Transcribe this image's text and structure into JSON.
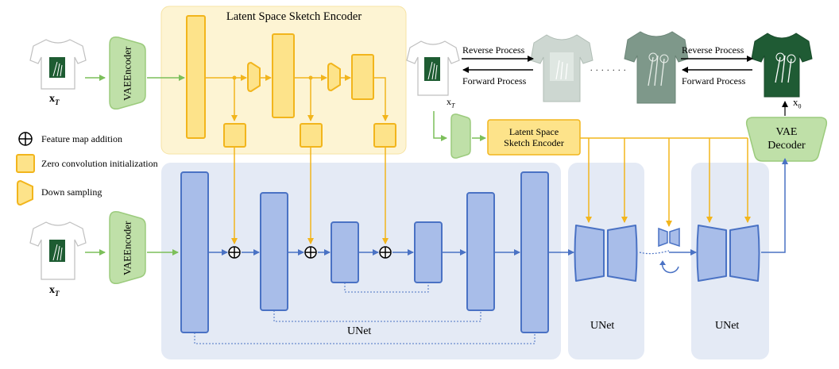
{
  "sketch_encoder": {
    "title": "Latent Space Sketch Encoder"
  },
  "small_encoder": {
    "line1": "Latent Space",
    "line2": "Sketch Encoder"
  },
  "vae_encoder": {
    "line1": "VAE",
    "line2": "Encoder"
  },
  "vae_decoder": {
    "line1": "VAE",
    "line2": "Decoder"
  },
  "legend": {
    "feature_add": "Feature map addition",
    "zero_conv": "Zero convolution initialization",
    "down_sampling": "Down sampling"
  },
  "labels": {
    "x_t_main": "x",
    "x_t_sub": "T",
    "x_0_main": "x",
    "x_0_sub": "0",
    "reverse_1": "Reverse Process",
    "forward_1": "Forward Process",
    "reverse_2": "Reverse Process",
    "forward_2": "Forward Process",
    "ellipsis": ". . . . . . .",
    "unet_main": "UNet",
    "unet_2": "UNet",
    "unet_3": "UNet"
  },
  "colors": {
    "yellow_fill": "#fde38a",
    "yellow_stroke": "#f2b51c",
    "yellow_panel": "#fdf4d3",
    "green_fill": "#bfe0a8",
    "green_stroke": "#9ccb7d",
    "blue_fill": "#a8bde9",
    "blue_stroke": "#4a72c4",
    "blue_panel": "#e4eaf5"
  }
}
